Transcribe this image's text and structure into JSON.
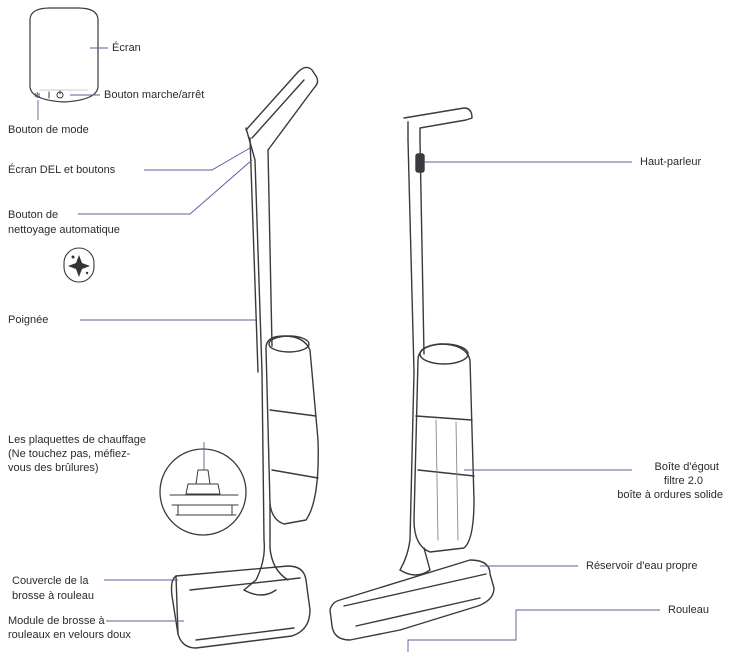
{
  "labels": {
    "ecran": "Écran",
    "bouton_marche": "Bouton marche/arrêt",
    "bouton_mode": "Bouton de mode",
    "ecran_del": "Écran DEL et boutons",
    "bouton_nettoyage_1": "Bouton de",
    "bouton_nettoyage_2": "nettoyage automatique",
    "poignee": "Poignée",
    "plaquettes_1": "Les plaquettes de chauffage",
    "plaquettes_2": "(Ne touchez pas, méfiez-",
    "plaquettes_3": "vous des brûlures)",
    "couvercle_1": "Couvercle de la",
    "couvercle_2": "brosse à rouleau",
    "module_1": "Module de brosse à",
    "module_2": "rouleaux en velours doux",
    "haut_parleur": "Haut-parleur",
    "boite_1": "Boîte d'égout",
    "boite_2": "filtre 2.0",
    "boite_3": "boîte à ordures solide",
    "reservoir": "Réservoir d'eau propre",
    "rouleau": "Rouleau"
  },
  "icons": {
    "auto_clean": "sparkle-icon",
    "mode": "mode-icon",
    "power": "power-icon"
  },
  "colors": {
    "leader": "#5b5b9a",
    "outline": "#3a3a3a",
    "text": "#2b2b2b"
  }
}
